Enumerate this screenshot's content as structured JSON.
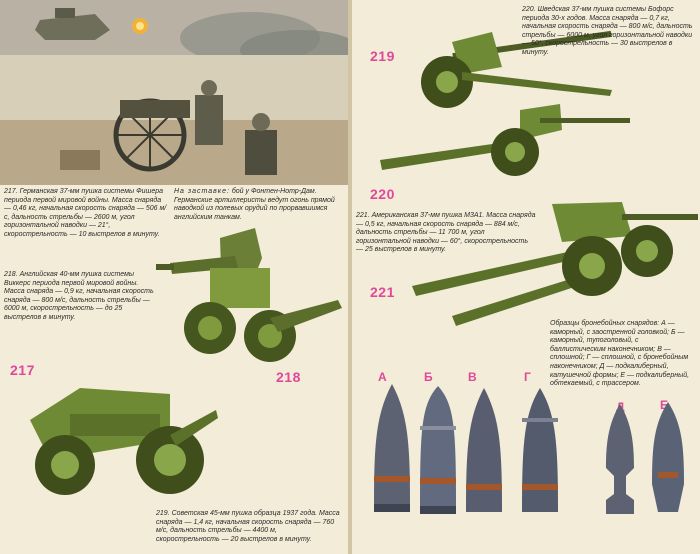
{
  "left_page": {
    "caption_217": "217. Германская 37-мм пушка системы Фишера периода первой мировой войны. Масса снаряда — 0,46 кг, начальная скорость снаряда — 506 м/с, дальность стрельбы — 2600 м, угол горизонтальной наводки — 21°, скорострельность — 10 выстрелов в минуту.",
    "cover_caption_label": "На заставке:",
    "cover_caption_text": " бой у Фонтен-Нотр-Дам. Германские артиллеристы ведут огонь прямой наводкой из полевых орудий по прорвавшимся английским танкам.",
    "caption_218": "218. Английская 40-мм пушка системы Виккерс периода первой мировой войны. Масса снаряда — 0,9 кг, начальная скорость снаряда — 800 м/с, дальность стрельбы — 6000 м, скорострельность — до 25 выстрелов в минуту.",
    "caption_219": "219. Советская 45-мм пушка образца 1937 года. Масса снаряда — 1,4 кг, начальная скорость снаряда — 760 м/с, дальность стрельбы — 4400 м, скорострельность — 20 выстрелов в минуту.",
    "label_217": "217",
    "label_218": "218"
  },
  "right_page": {
    "caption_220": "220. Шведская 37-мм пушка системы Бофорс периода 30-х годов. Масса снаряда — 0,7 кг, начальная скорость снаряда — 800 м/с, дальность стрельбы — 6000 м, угол горизонтальной наводки — 50°, скорострельность — 30 выстрелов в минуту.",
    "caption_221": "221. Американская 37-мм пушка М3А1. Масса снаряда — 0,5 кг, начальная скорость снаряда — 884 м/с, дальность стрельбы — 11 700 м, угол горизонтальной наводки — 60°, скорострельность — 25 выстрелов в минуту.",
    "shells_caption": "Образцы бронебойных снарядов: А — каморный, с заостренной головкой; Б — каморный, тупоголовый, с баллистическим наконечником; В — сплошной; Г — сплошной, с бронебойным наконечником; Д — подкалиберный, катушечной формы; Е — подкалиберный, обтекаемый, с трассером.",
    "label_219": "219",
    "label_220": "220",
    "label_221": "221",
    "shell_letters": [
      "А",
      "Б",
      "В",
      "Г",
      "Д",
      "Е"
    ]
  },
  "colors": {
    "page": "#f3ecd8",
    "label_pink": "#e0489a",
    "gun_green": "#7f9b3e",
    "gun_dark": "#3d4a1c",
    "shell_steel": "#5c6272",
    "shell_band": "#a4572a"
  }
}
